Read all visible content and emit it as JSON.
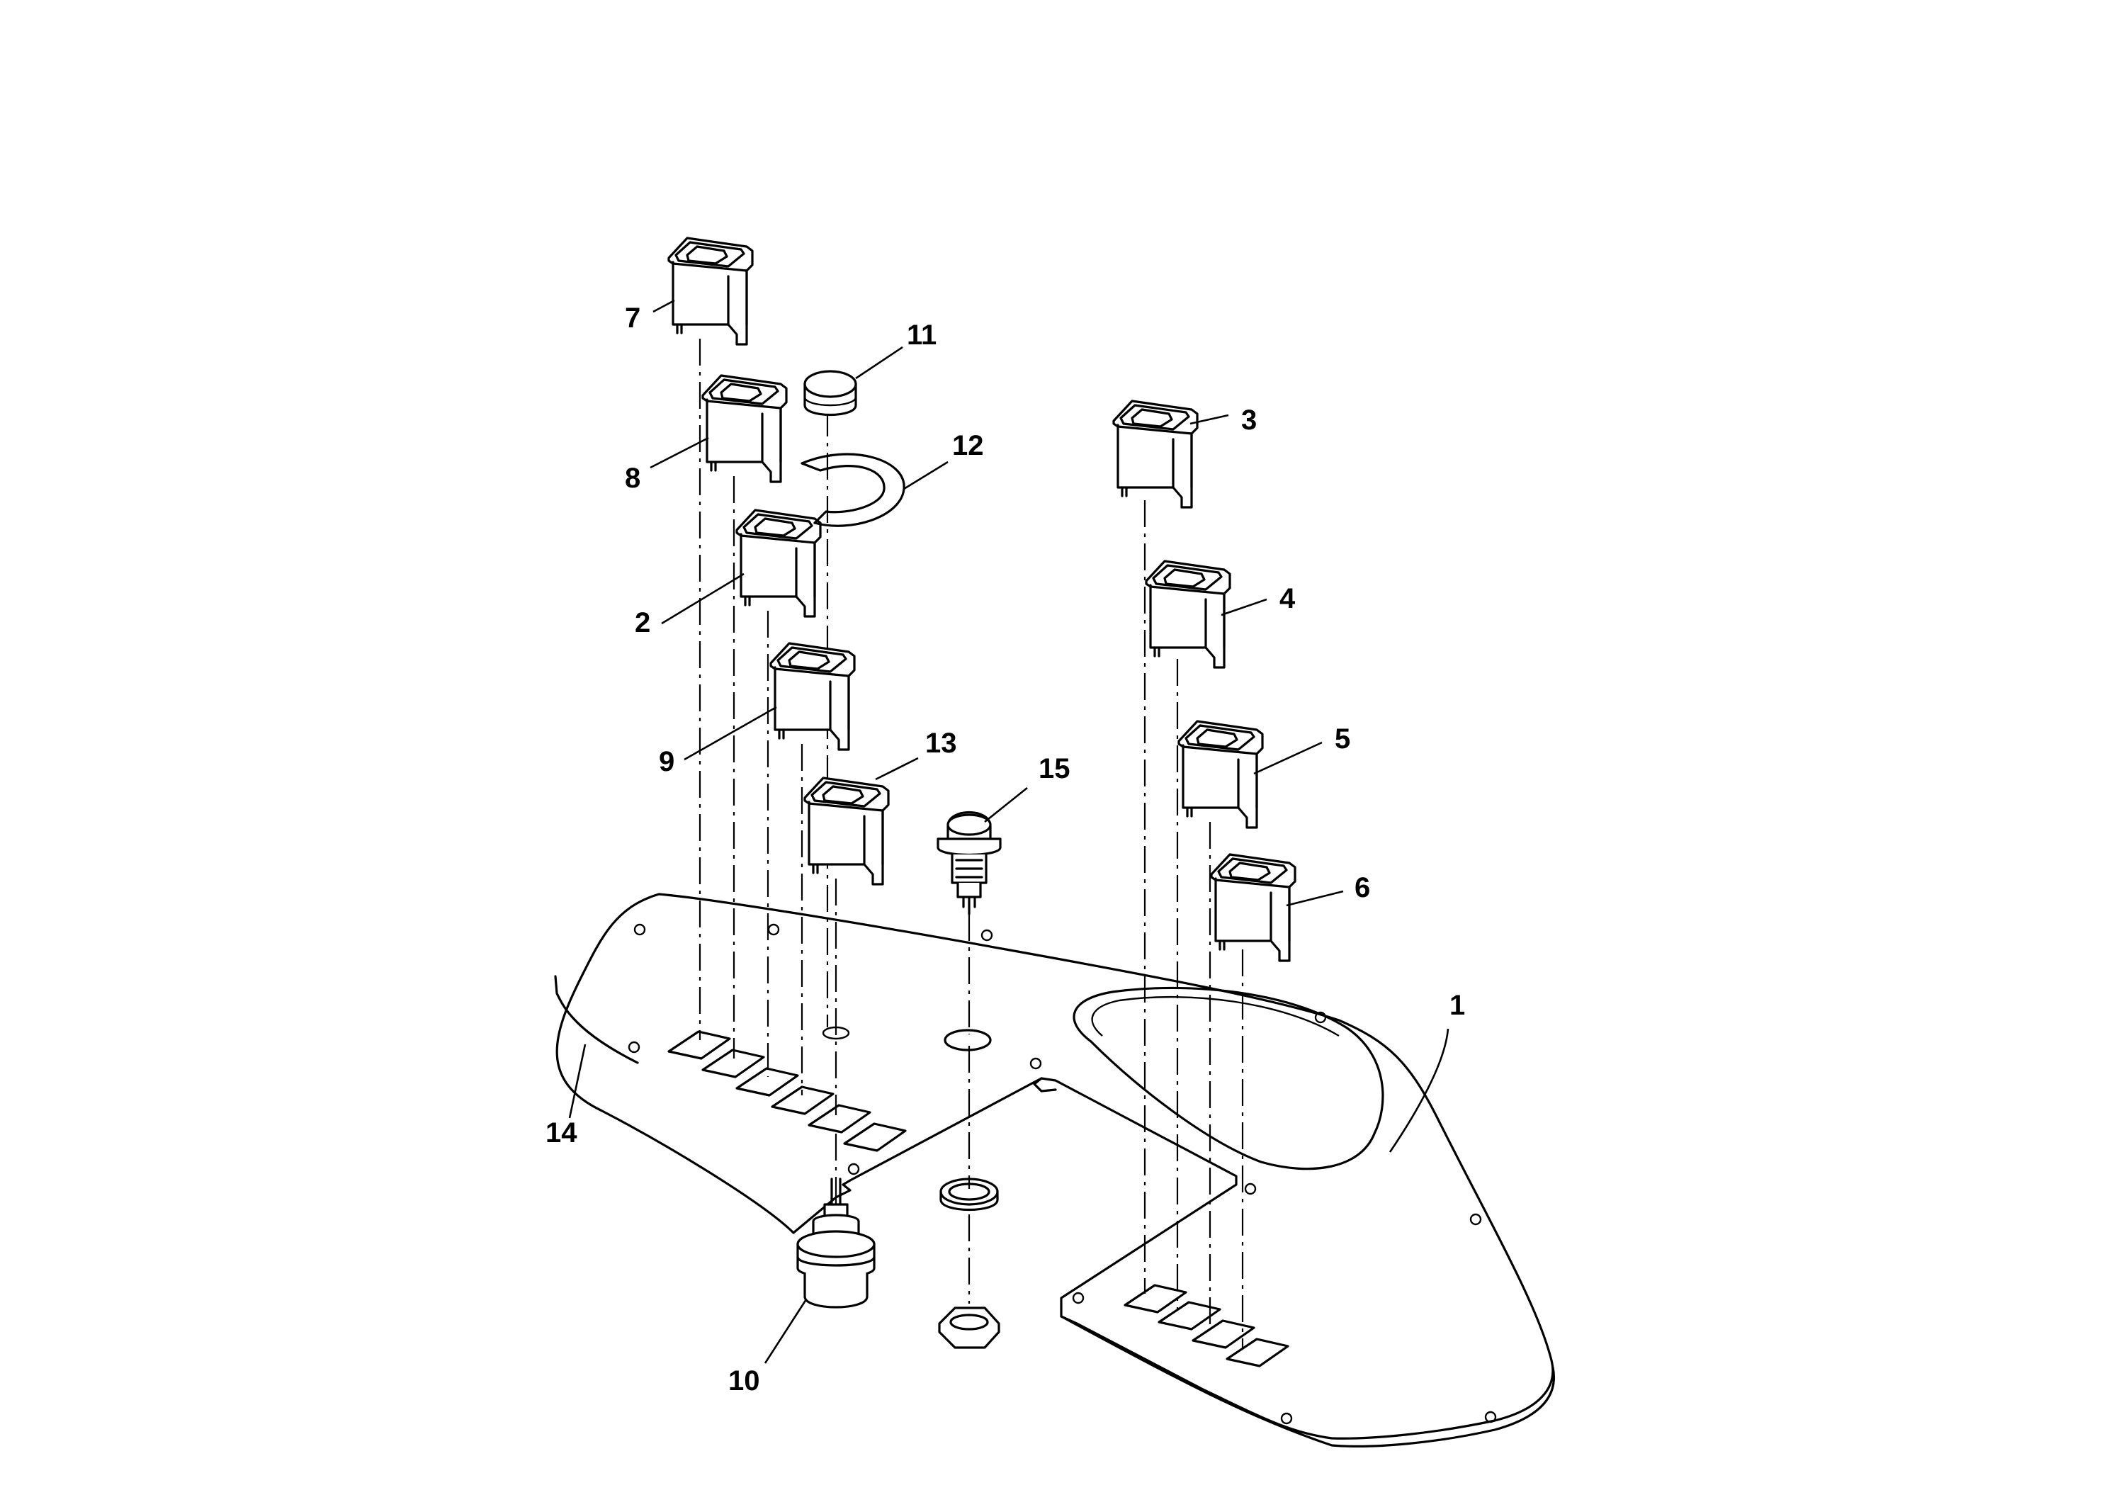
{
  "diagram": {
    "callouts": [
      {
        "id": "1",
        "label": "1"
      },
      {
        "id": "2",
        "label": "2"
      },
      {
        "id": "3",
        "label": "3"
      },
      {
        "id": "4",
        "label": "4"
      },
      {
        "id": "5",
        "label": "5"
      },
      {
        "id": "6",
        "label": "6"
      },
      {
        "id": "7",
        "label": "7"
      },
      {
        "id": "8",
        "label": "8"
      },
      {
        "id": "9",
        "label": "9"
      },
      {
        "id": "10",
        "label": "10"
      },
      {
        "id": "11",
        "label": "11"
      },
      {
        "id": "12",
        "label": "12"
      },
      {
        "id": "13",
        "label": "13"
      },
      {
        "id": "14",
        "label": "14"
      },
      {
        "id": "15",
        "label": "15"
      }
    ],
    "parts": {
      "panel": "panel-plate",
      "switches": [
        "7",
        "8",
        "2",
        "9",
        "13",
        "3",
        "4",
        "5",
        "6"
      ],
      "cap": "11",
      "retaining_ring": "12",
      "indicator_lamp": "15",
      "connector": "10"
    }
  }
}
